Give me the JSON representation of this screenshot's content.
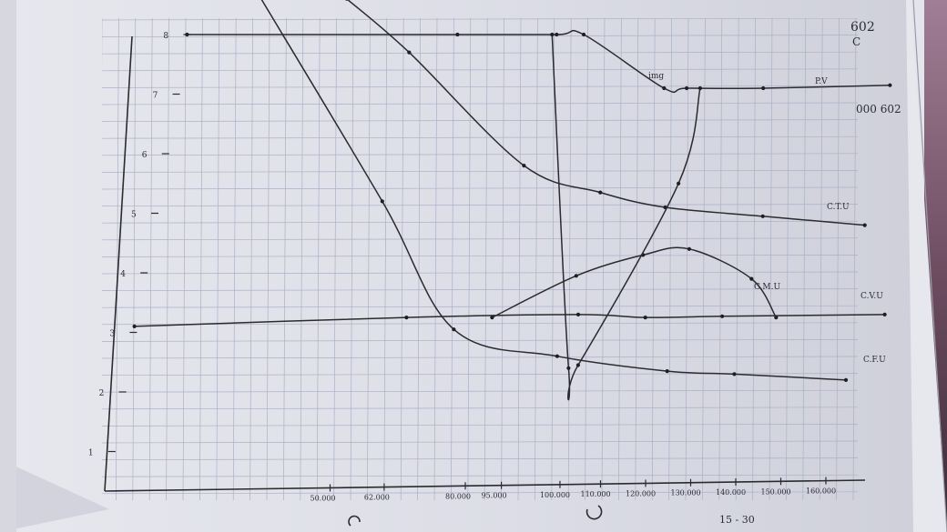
{
  "chart_data": {
    "type": "line",
    "title": "",
    "xlabel": "",
    "ylabel": "",
    "x_tick_labels": [
      "50.000",
      "62.000",
      "80.000",
      "95.000",
      "100.000",
      "110.000",
      "120.000",
      "130.000",
      "140.000",
      "150.000",
      "160.000"
    ],
    "y_tick_labels": [
      "1",
      "2",
      "3",
      "4",
      "5",
      "6",
      "7",
      "8"
    ],
    "series": [
      {
        "name": "P.V",
        "points": [
          [
            0,
            8
          ],
          [
            60,
            8
          ],
          [
            82,
            8
          ],
          [
            88,
            8
          ],
          [
            108,
            7.1
          ],
          [
            113,
            7.1
          ],
          [
            130,
            7.1
          ],
          [
            158,
            7.15
          ]
        ]
      },
      {
        "name": "C.T.U",
        "points": [
          [
            34,
            8.6
          ],
          [
            50,
            7.7
          ],
          [
            80,
            5.8
          ],
          [
            98,
            5.35
          ],
          [
            113,
            5.1
          ],
          [
            135,
            4.95
          ],
          [
            158,
            4.8
          ]
        ]
      },
      {
        "name": "C.M.U",
        "points": [
          [
            79,
            3.25
          ],
          [
            96,
            3.95
          ],
          [
            110,
            4.3
          ],
          [
            120,
            4.4
          ],
          [
            135,
            3.9
          ],
          [
            142,
            3.25
          ]
        ]
      },
      {
        "name": "C.V.U",
        "points": [
          [
            0,
            3.1
          ],
          [
            60,
            3.25
          ],
          [
            98,
            3.3
          ],
          [
            113,
            3.25
          ],
          [
            130,
            3.27
          ],
          [
            166,
            3.3
          ]
        ]
      },
      {
        "name": "C.F.U",
        "points": [
          [
            14,
            8.7
          ],
          [
            50,
            5.2
          ],
          [
            71,
            3.05
          ],
          [
            95,
            2.6
          ],
          [
            120,
            2.35
          ],
          [
            135,
            2.3
          ],
          [
            160,
            2.2
          ]
        ]
      },
      {
        "name": "img",
        "points": [
          [
            81,
            8
          ],
          [
            98,
            2.4
          ],
          [
            100,
            2.45
          ],
          [
            115,
            5.5
          ],
          [
            116,
            7.1
          ]
        ]
      }
    ],
    "margin_notes": [
      "602",
      "C",
      "000 602",
      "15 - 30"
    ]
  }
}
